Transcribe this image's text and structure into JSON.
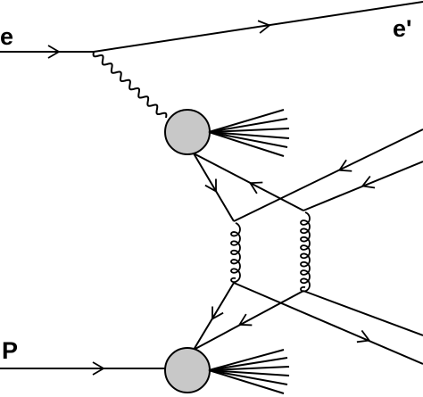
{
  "labels": {
    "incoming_electron": "e",
    "outgoing_electron": "e'",
    "incoming_proton": "P"
  },
  "colors": {
    "line": "#000000",
    "blob_fill": "#c8c8c8",
    "background": "#ffffff"
  }
}
